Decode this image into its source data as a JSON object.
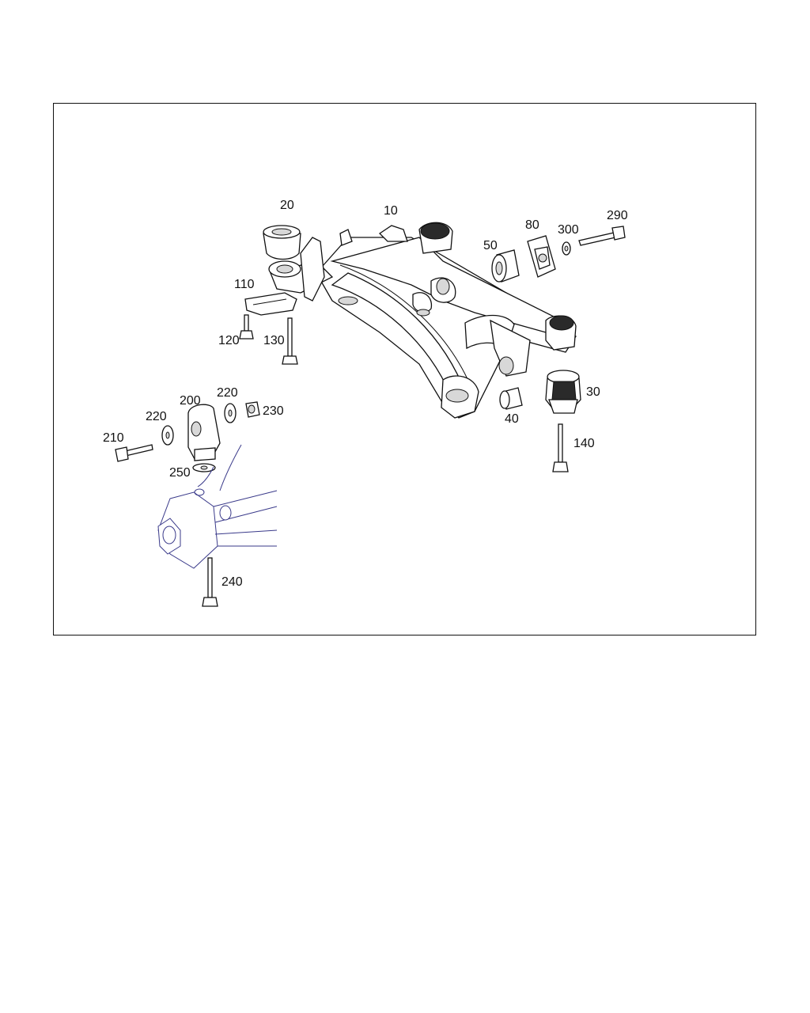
{
  "diagram": {
    "border_color": "#111111",
    "secondary_line_color": "#3a3a8a",
    "callouts": [
      "10",
      "20",
      "30",
      "40",
      "50",
      "80",
      "110",
      "120",
      "130",
      "140",
      "200",
      "210",
      "220",
      "220",
      "230",
      "240",
      "250",
      "290",
      "300"
    ]
  }
}
